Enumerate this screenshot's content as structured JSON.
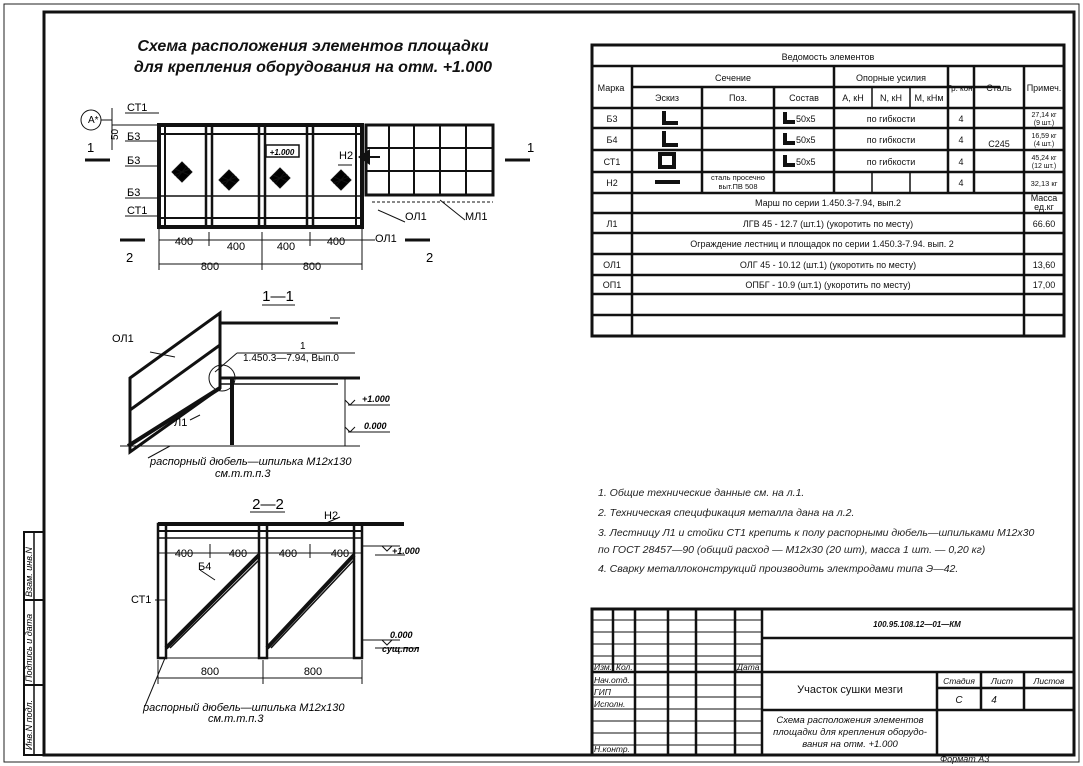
{
  "drawing": {
    "title_line1": "Схема расположения элементов площадки",
    "title_line2": "для крепления оборудования на отм. +1.000",
    "plan": {
      "label_a": "А*",
      "dim_50": "50",
      "labels": [
        "СТ1",
        "Б3",
        "Б3",
        "Б3",
        "СТ1"
      ],
      "label_h2": "Н2",
      "label_box": "+1.000",
      "label_ol1a": "ОЛ1",
      "label_ml1": "МЛ1",
      "label_ol1b": "ОЛ1",
      "section1": "1",
      "section2": "2",
      "dims_top": [
        "400",
        "400",
        "400",
        "400"
      ],
      "dims_bottom": [
        "800",
        "800"
      ]
    },
    "sec1": {
      "title": "1—1",
      "ol1": "ОЛ1",
      "l1": "Л1",
      "ref1": "1",
      "ref2": "1.450.3—7.94, Вып.0",
      "mark1": "+1.000",
      "mark2": "0.000",
      "dowel1": "распорный дюбель—шпилька М12х130",
      "dowel2": "см.т.т.п.3"
    },
    "sec2": {
      "title": "2—2",
      "h2": "Н2",
      "b4": "Б4",
      "st1": "СТ1",
      "mark1": "+1.000",
      "mark2": "0.000",
      "mark2_sub": "сущ.пол",
      "dims_top": [
        "400",
        "400",
        "400",
        "400"
      ],
      "dims_bottom": [
        "800",
        "800"
      ],
      "dowel1": "распорный дюбель—шпилька М12х130",
      "dowel2": "см.т.т.п.3"
    }
  },
  "spec_table": {
    "title": "Ведомость элементов",
    "h_marka": "Марка",
    "h_sechenie": "Сечение",
    "h_eskiz": "Эскиз",
    "h_poz": "Поз.",
    "h_sostav": "Состав",
    "h_opornye": "Опорные усилия",
    "h_a": "А, кН",
    "h_n": "N, кН",
    "h_m": "М, кНм",
    "h_gr": "Гр. кон.",
    "h_stal": "Сталь",
    "h_prim": "Примеч.",
    "rows": [
      {
        "mark": "Б3",
        "sostav": "50х5",
        "usil": "по гибкости",
        "gr": "4",
        "prim1": "27,14 кг",
        "prim2": "(9 шт.)"
      },
      {
        "mark": "Б4",
        "sostav": "50х5",
        "usil": "по гибкости",
        "gr": "4",
        "prim1": "16,59 кг",
        "prim2": "(4 шт.)"
      },
      {
        "mark": "СТ1",
        "sostav": "50х5",
        "usil": "по гибкости",
        "gr": "4",
        "prim1": "45,24 кг",
        "prim2": "(12 шт.)"
      },
      {
        "mark": "Н2",
        "poz1": "сталь просечно",
        "poz2": "выт.ПВ 508",
        "gr": "4",
        "prim1": "32,13 кг"
      }
    ],
    "steel": "С245",
    "marsh": "Марш по серии 1.450.3-7.94, вып.2",
    "massa1": "Масса",
    "massa2": "ед.кг",
    "l1_mark": "Л1",
    "l1_text": "ЛГВ 45 - 12.7 (шт.1)   (укоротить по месту)",
    "l1_mass": "66.60",
    "ograzhd": "Ограждение лестниц и площадок по серии 1.450.3-7.94. вып. 2",
    "ol1a_mark": "ОЛ1",
    "ol1a_text": "ОЛГ 45 - 10.12 (шт.1)   (укоротить по месту)",
    "ol1a_mass": "13,60",
    "ol1b_mark": "ОП1",
    "ol1b_text": "ОПБГ - 10.9     (шт.1)   (укоротить по месту)",
    "ol1b_mass": "17,00"
  },
  "notes": [
    "1. Общие технические данные см. на л.1.",
    "2. Техническая спецификация металла дана на л.2.",
    "3. Лестницу Л1 и стойки СТ1 крепить к полу распорными дюбель—шпильками М12х30",
    "по ГОСТ 28457—90 (общий расход — М12х30  (20 шт),  масса 1 шт. — 0,20 кг)",
    "4. Сварку металлоконструкций производить электродами типа Э—42."
  ],
  "stamp": {
    "code": "100.95.108.12—01—КМ",
    "izm": "Изм.",
    "kol": "Кол.",
    "data": "Дата",
    "nach": "Нач.отд.",
    "gip": "ГИП",
    "ispoln": "Исполн.",
    "nkontr": "Н.контр.",
    "object": "Участок сушки мезги",
    "stadiya_h": "Стадия",
    "list_h": "Лист",
    "listov_h": "Листов",
    "stadiya": "С",
    "list": "4",
    "desc1": "Схема расположения элементов",
    "desc2": "площадки для крепления оборудо-",
    "desc3": "вания на отм. +1.000",
    "format": "Формат  А3"
  },
  "side_stamp": [
    "Инв.N подл.",
    "Подпись и дата",
    "Взам. инв.N"
  ]
}
